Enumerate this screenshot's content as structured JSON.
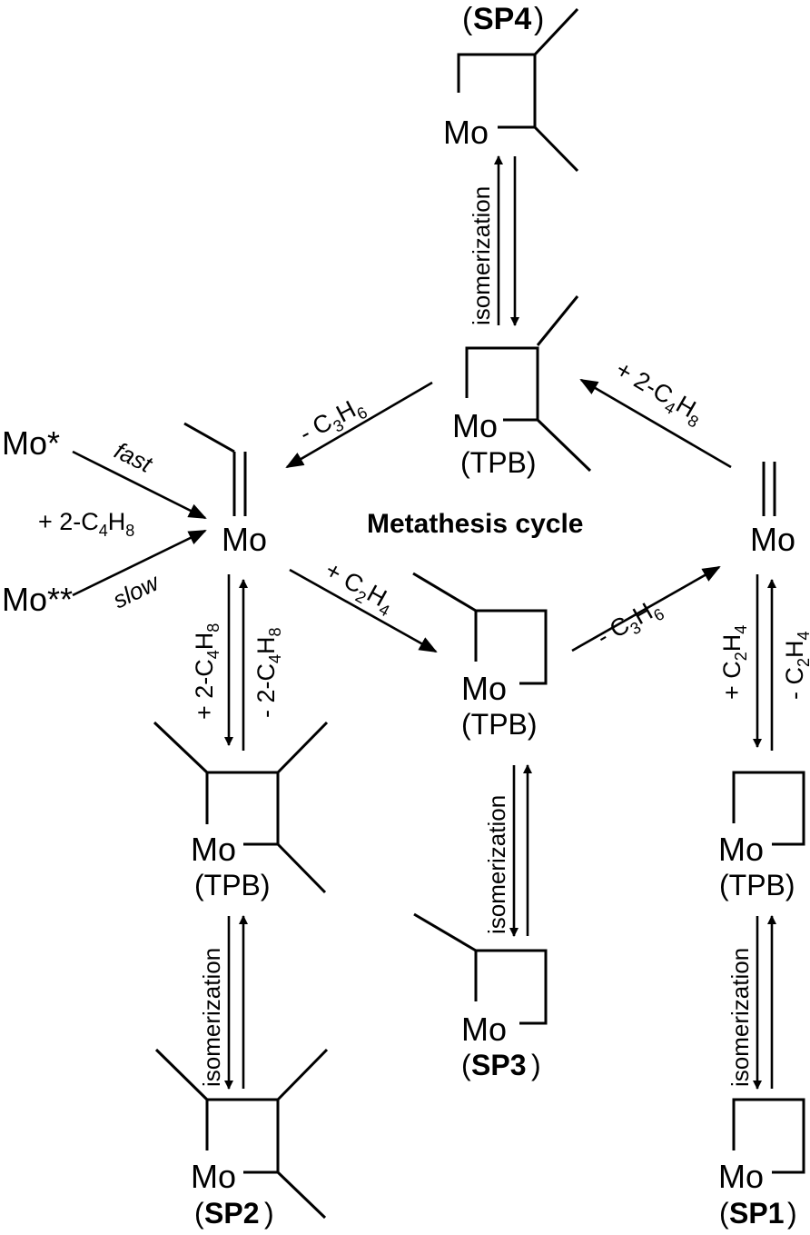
{
  "diagram": {
    "title": "Metathesis cycle",
    "mo": "Mo",
    "mo_star": "Mo*",
    "mo_dstar": "Mo**",
    "plus_c4h8": [
      "+ 2-C",
      "4",
      "H",
      "8"
    ],
    "minus_c4h8": [
      "- 2-C",
      "4",
      "H",
      "8"
    ],
    "plus_c2h4": [
      "+ C",
      "2",
      "H",
      "4"
    ],
    "minus_c2h4": [
      "- C",
      "2",
      "H",
      "4"
    ],
    "minus_c3h6": [
      "- C",
      "3",
      "H",
      "6"
    ],
    "fast": "fast",
    "slow": "slow",
    "isomerization": "isomerization",
    "tpb": "(TPB)",
    "sp1": "SP1",
    "sp2": "SP2",
    "sp3": "SP3",
    "sp4": "SP4",
    "paren_open": "(",
    "paren_close": ")"
  }
}
